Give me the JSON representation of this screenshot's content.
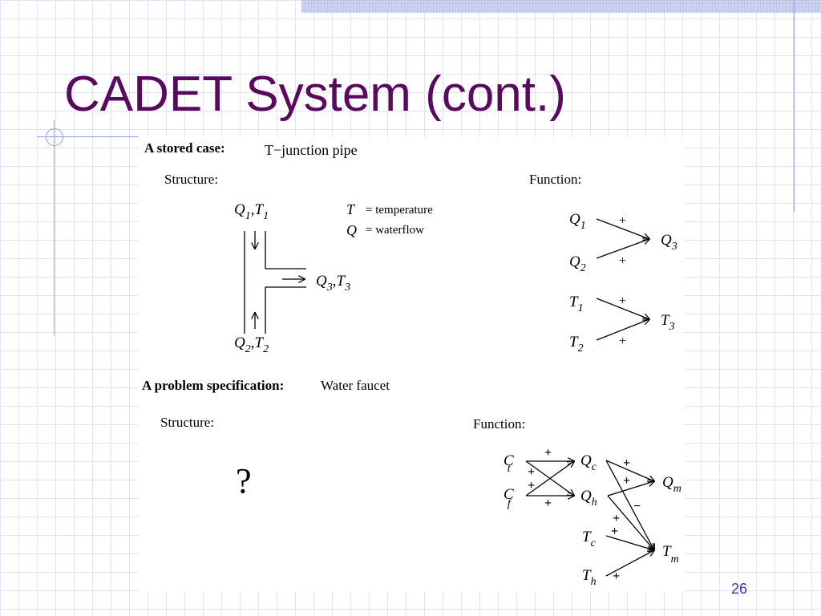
{
  "slide": {
    "title": "CADET System (cont.)",
    "page_number": "26"
  },
  "stored_case": {
    "heading": "A stored case:",
    "name": "T−junction pipe",
    "structure_label": "Structure:",
    "function_label": "Function:",
    "legend": {
      "t_symbol": "T",
      "t_meaning": "= temperature",
      "q_symbol": "Q",
      "q_meaning": "= waterflow"
    },
    "pipe_labels": {
      "q": "Q",
      "t": "T",
      "sub_1": "1",
      "sub_2": "2",
      "sub_3": "3"
    },
    "function_signs": [
      "+",
      "+",
      "+",
      "+"
    ]
  },
  "problem_spec": {
    "heading": "A problem specification:",
    "name": "Water faucet",
    "structure_label": "Structure:",
    "function_label": "Function:",
    "unknown_structure": "?",
    "inputs": {
      "cap_symbol": "C",
      "sub_t": "t",
      "sub_f": "f",
      "q": "Q",
      "t": "T",
      "sub_c": "c",
      "sub_h": "h",
      "sub_m": "m"
    },
    "signs": {
      "plus": "+",
      "minus": "−"
    }
  }
}
